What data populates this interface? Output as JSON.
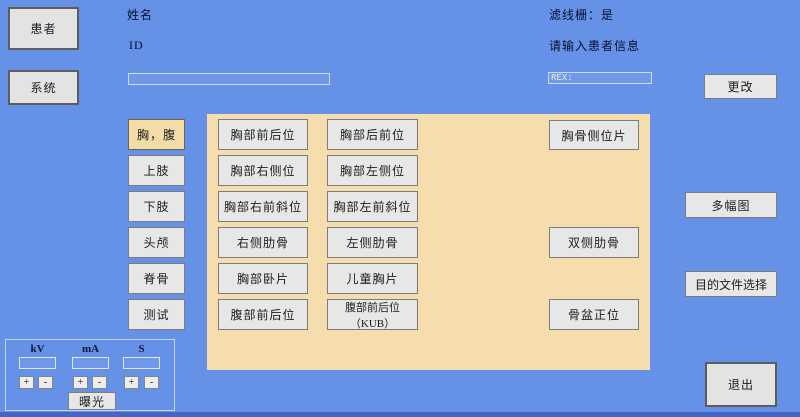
{
  "nav": {
    "patient": "患者",
    "system": "系统"
  },
  "patient_form": {
    "name_label": "姓名",
    "id_label": "ID",
    "name_value": "",
    "grid_label": "滤线栅：是",
    "prompt": "请输入患者信息",
    "rex_field_value": "REX:",
    "change_button": "更改"
  },
  "left_menu": {
    "items": [
      {
        "label": "胸，腹",
        "active": true
      },
      {
        "label": "上肢",
        "active": false
      },
      {
        "label": "下肢",
        "active": false
      },
      {
        "label": "头颅",
        "active": false
      },
      {
        "label": "脊骨",
        "active": false
      },
      {
        "label": "测试",
        "active": false
      }
    ]
  },
  "projection_panel": {
    "column1": [
      "胸部前后位",
      "胸部右侧位",
      "胸部右前斜位",
      "右侧肋骨",
      "胸部卧片",
      "腹部前后位"
    ],
    "column2": [
      "胸部后前位",
      "胸部左侧位",
      "胸部左前斜位",
      "左侧肋骨",
      "儿童胸片",
      "腹部前后位（KUB）"
    ],
    "column3": [
      "胸骨侧位片",
      "双侧肋骨",
      "骨盆正位"
    ]
  },
  "right_actions": {
    "multi_frame": "多幅图",
    "target_file": "目的文件选择",
    "exit": "退出"
  },
  "exposure_panel": {
    "kv_label": "kV",
    "ma_label": "mA",
    "s_label": "S",
    "kv_value": "",
    "ma_value": "",
    "s_value": "",
    "plus": "+",
    "minus": "-",
    "expose_button": "曝光"
  },
  "colors": {
    "background": "#6591e6",
    "panel_tan": "#f5ddae",
    "active_tan": "#f3dca6",
    "button_gray": "#e7e7e7",
    "bottom_strip": "#4565c4"
  }
}
